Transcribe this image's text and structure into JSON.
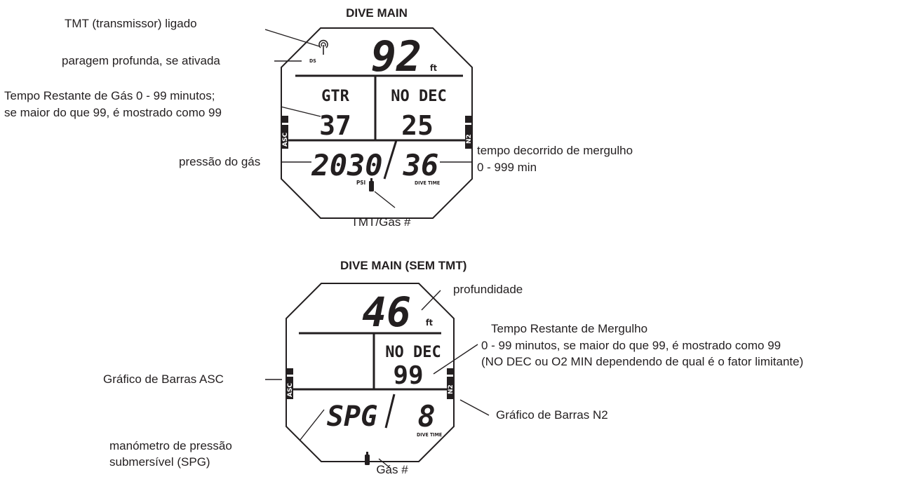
{
  "dive_main": {
    "title": "DIVE MAIN",
    "lcd": {
      "depth": "92",
      "depth_unit": "ft",
      "ds": "DS",
      "gtr_label": "GTR",
      "gtr_value": "37",
      "nodec_label": "NO DEC",
      "nodec_value": "25",
      "pressure": "2030",
      "pressure_unit": "PSI",
      "dive_time": "36",
      "dive_time_label": "DIVE TIME",
      "asc_tab": "ASC",
      "n2_tab": "N2"
    },
    "callouts": {
      "tmt_on": "TMT (transmissor) ligado",
      "deep_stop": "paragem profunda, se ativada",
      "gtr_line1": "Tempo Restante de Gás 0 - 99 minutos;",
      "gtr_line2": "se maior do que 99, é mostrado como 99",
      "gas_pressure": "pressão do gás",
      "elapsed_line1": "tempo decorrido de mergulho",
      "elapsed_line2": "0 - 999 min",
      "tmt_gas": "TMT/Gás #"
    }
  },
  "dive_main_no_tmt": {
    "title": "DIVE MAIN (SEM TMT)",
    "lcd": {
      "depth": "46",
      "depth_unit": "ft",
      "nodec_label": "NO DEC",
      "nodec_value": "99",
      "spg": "SPG",
      "dive_time": "8",
      "dive_time_label": "DIVE TIME",
      "asc_tab": "ASC",
      "n2_tab": "N2"
    },
    "callouts": {
      "depth": "profundidade",
      "dtr_line1": "Tempo Restante de Mergulho",
      "dtr_line2": "0 - 99 minutos, se maior do que 99, é mostrado como 99",
      "dtr_line3": "(NO DEC ou O2 MIN dependendo de qual é o fator limitante)",
      "asc_bar": "Gráfico de Barras ASC",
      "n2_bar": "Gráfico de Barras N2",
      "spg_line1": "manómetro de pressão",
      "spg_line2": "submersível (SPG)",
      "gas_no": "Gás #"
    }
  },
  "icons": [
    "transmitter-signal-icon",
    "gas-cylinder-icon"
  ]
}
